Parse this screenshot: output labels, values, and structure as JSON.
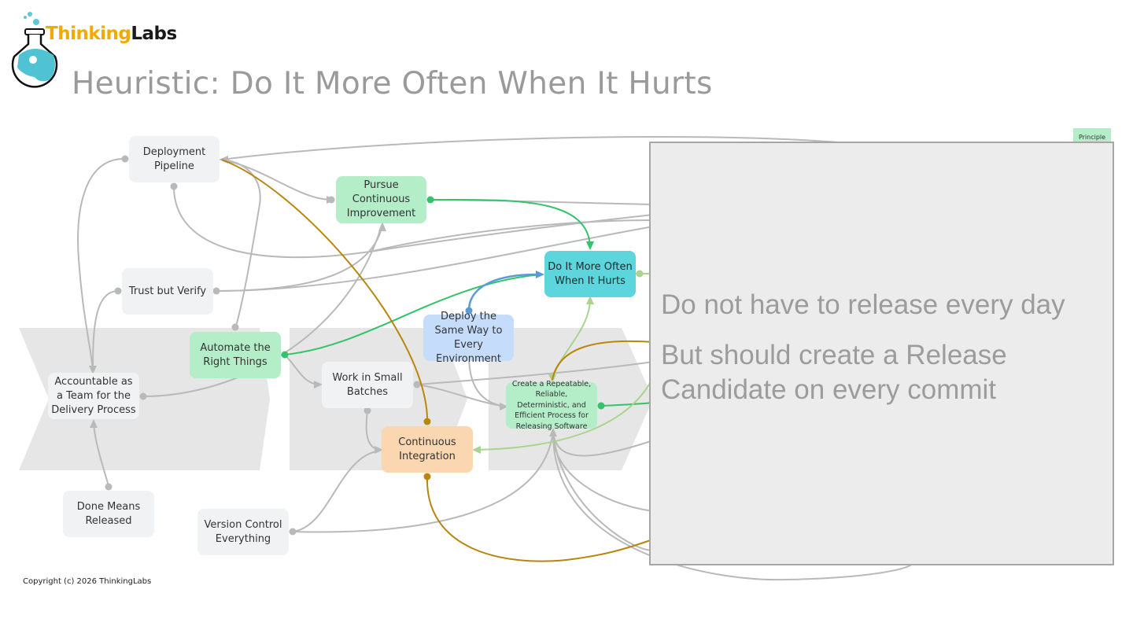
{
  "brand": {
    "part1": "Thinking",
    "part2": "Labs"
  },
  "title": "Heuristic: Do It More Often When It Hurts",
  "legend": {
    "principle": "Principle"
  },
  "nodes": {
    "deployment_pipeline": "Deployment Pipeline",
    "pursue_improvement": "Pursue Continuous Improvement",
    "do_it_more_often": "Do It More Often When It Hurts",
    "trust_but_verify": "Trust but Verify",
    "deploy_same_way": "Deploy the Same Way to Every Environment",
    "automate": "Automate the Right Things",
    "accountable": "Accountable as a Team for the Delivery Process",
    "small_batches": "Work in Small Batches",
    "repeatable_process": "Create a Repeatable, Reliable, Deterministic, and Efficient Process for Releasing Software",
    "continuous_integration": "Continuous Integration",
    "done_means_released": "Done Means Released",
    "version_control": "Version Control Everything"
  },
  "overlay": {
    "line1": "Do not have to release every day",
    "line2": "But should create a Release Candidate on every commit"
  },
  "copyright": "Copyright (c) 2026 ThinkingLabs",
  "colors": {
    "principle": "#b3eec8",
    "heuristic": "#5cd6dc",
    "practice_blue": "#c6dcfb",
    "practice_orange": "#fad6b1",
    "edge_grey": "#b9b9b9",
    "edge_green": "#33c36a",
    "edge_gold": "#b8860b",
    "edge_blue": "#5b9bd5",
    "edge_lightgreen": "#a8d48c",
    "overlay_bg": "#ececec"
  }
}
